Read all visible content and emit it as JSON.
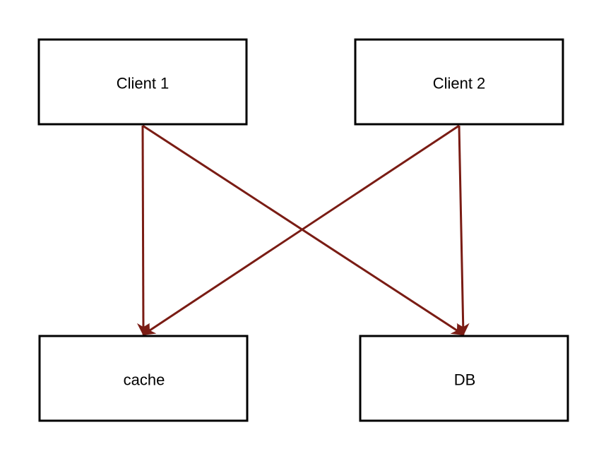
{
  "diagram": {
    "edge_color": "#7a1c14",
    "nodes": {
      "client1": {
        "label": "Client 1"
      },
      "client2": {
        "label": "Client 2"
      },
      "cache": {
        "label": "cache"
      },
      "db": {
        "label": "DB"
      }
    },
    "edges": [
      {
        "from": "client1",
        "to": "cache"
      },
      {
        "from": "client1",
        "to": "db"
      },
      {
        "from": "client2",
        "to": "cache"
      },
      {
        "from": "client2",
        "to": "db"
      }
    ]
  }
}
